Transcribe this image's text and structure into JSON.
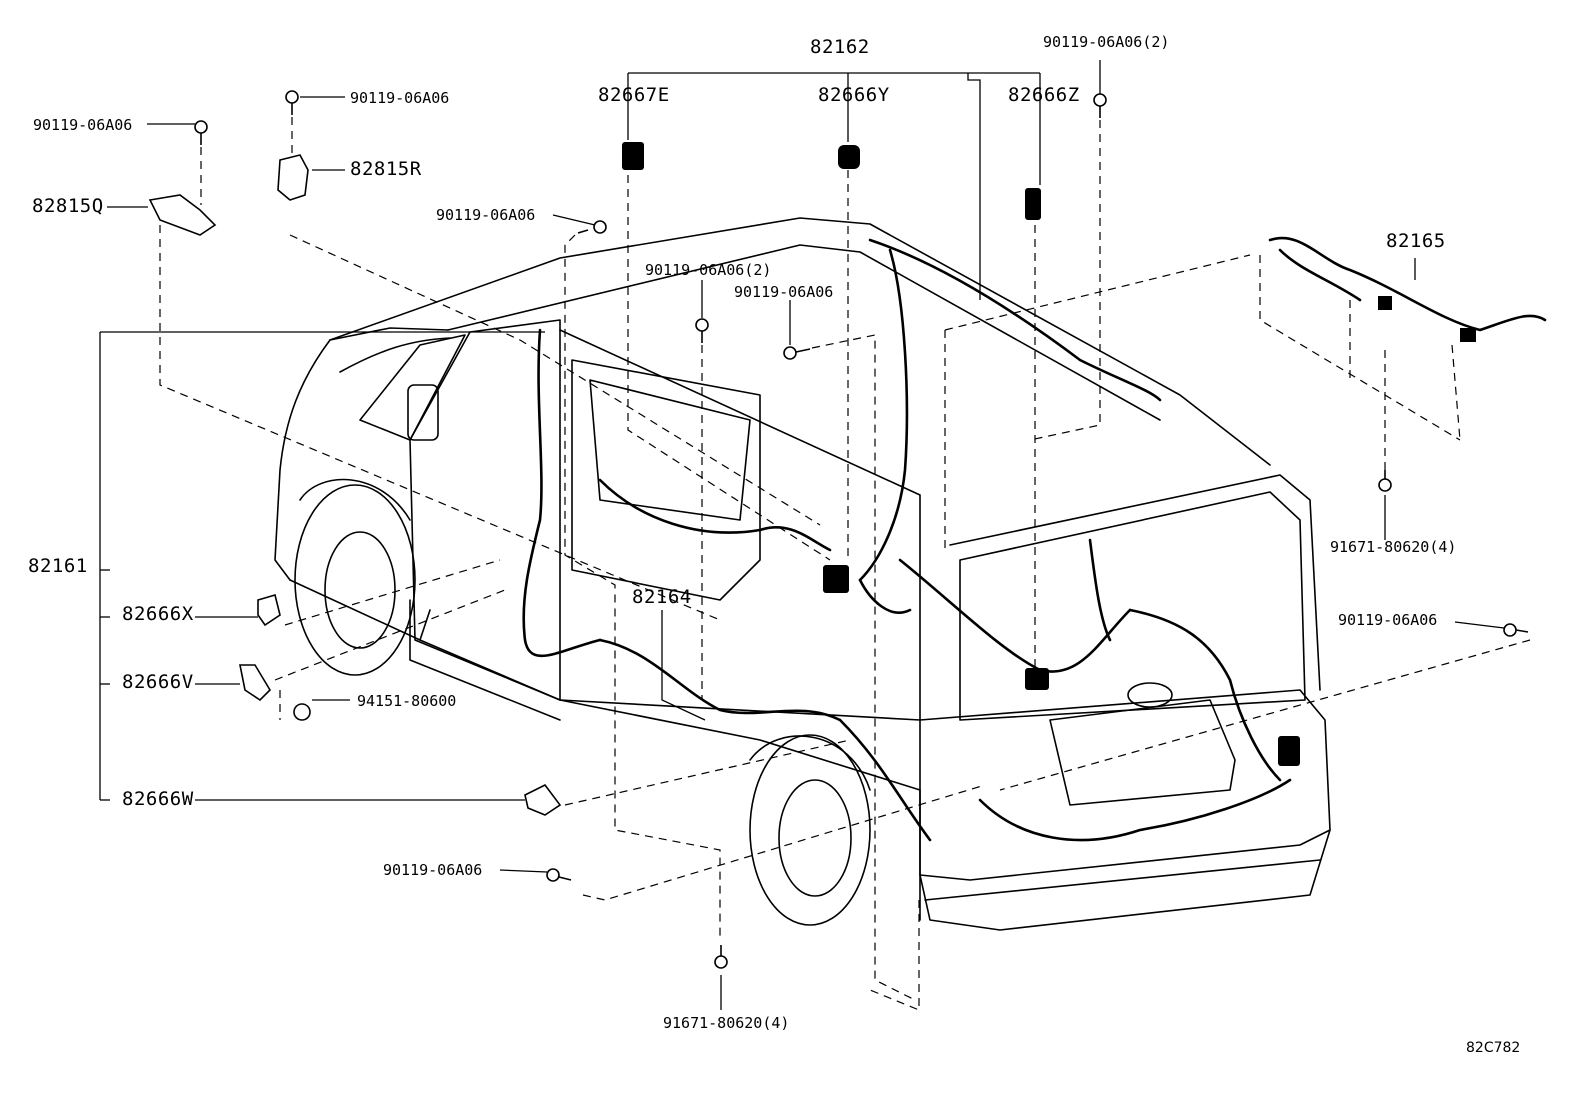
{
  "diagram_code": "82C782",
  "labels": {
    "l82162": "82162",
    "l82667E": "82667E",
    "l82666Y": "82666Y",
    "l82666Z": "82666Z",
    "l82165": "82165",
    "l82815R": "82815R",
    "l82815Q": "82815Q",
    "l82161": "82161",
    "l82666X": "82666X",
    "l82666V": "82666V",
    "l82666W": "82666W",
    "l82164": "82164",
    "b_top_right": "90119-06A06(2)",
    "b_top_left": "90119-06A06",
    "b_left": "90119-06A06",
    "b_mid_1": "90119-06A06",
    "b_mid_2": "90119-06A06(2)",
    "b_mid_3": "90119-06A06",
    "b_right": "90119-06A06",
    "b_bottom": "90119-06A06",
    "c_9415": "94151-80600",
    "s_right": "91671-80620(4)",
    "s_bottom": "91671-80620(4)"
  }
}
